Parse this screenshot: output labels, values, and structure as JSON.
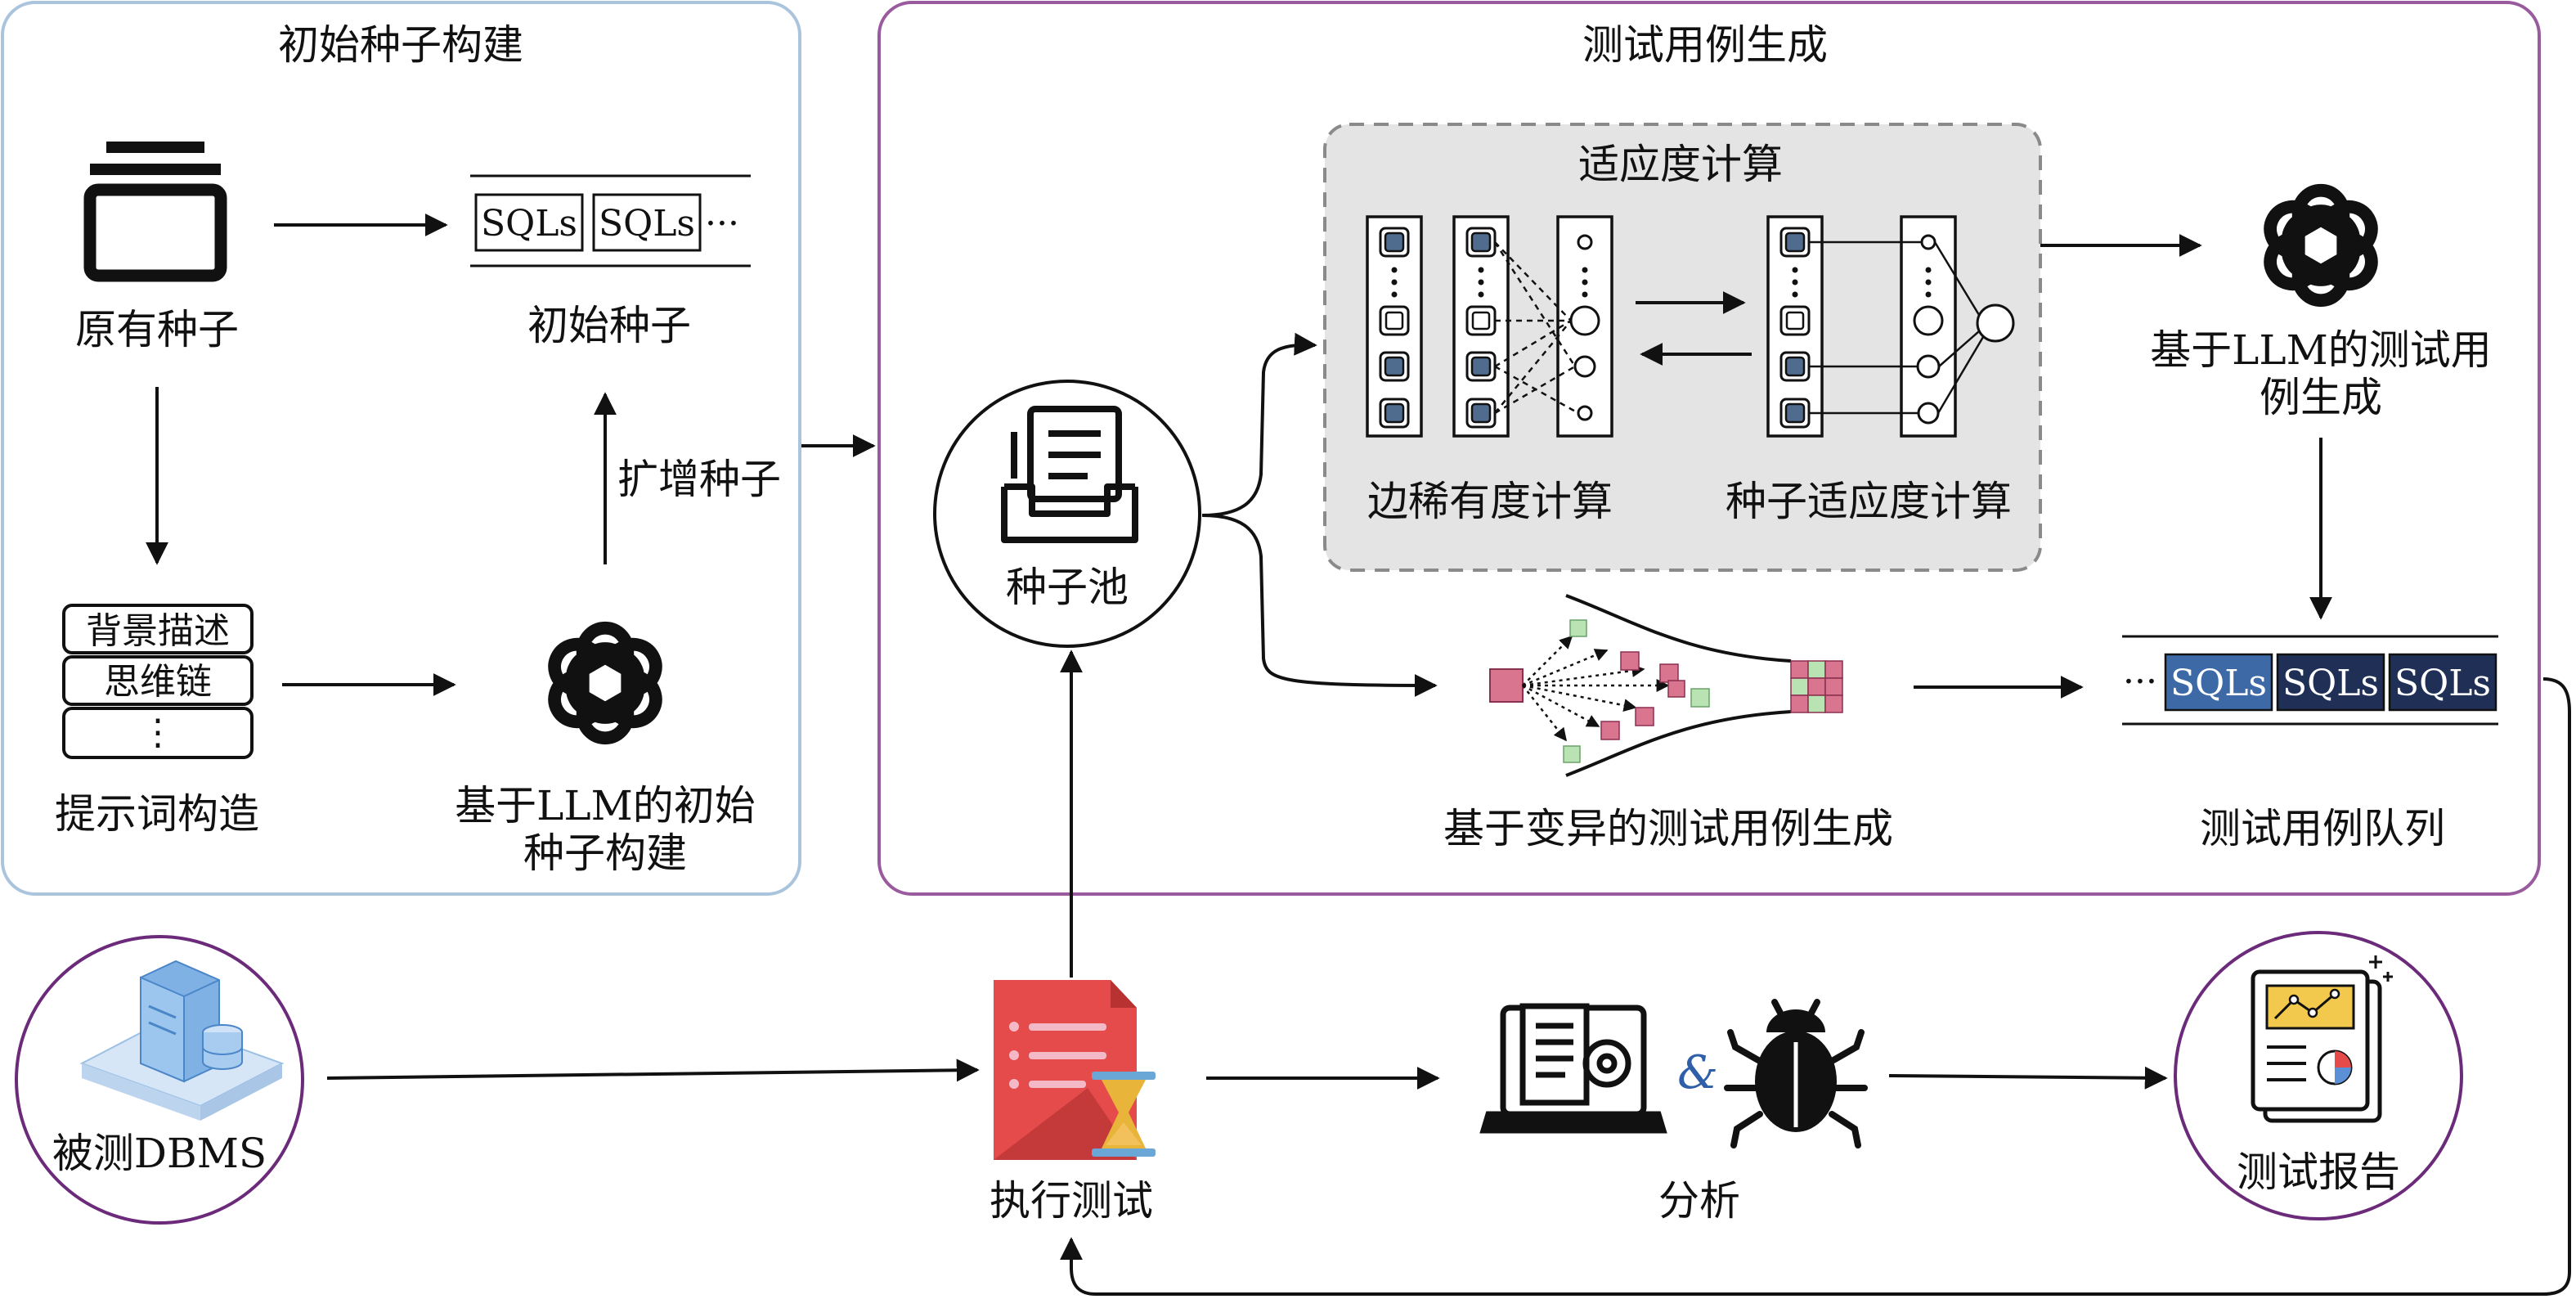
{
  "panels": {
    "init_seed": {
      "title": "初始种子构建"
    },
    "testcase_gen": {
      "title": "测试用例生成"
    },
    "fitness": {
      "title": "适应度计算"
    }
  },
  "nodes": {
    "original_seed": "原有种子",
    "initial_seed": "初始种子",
    "augment_seed": "扩增种子",
    "prompt_construct": "提示词构造",
    "prompt_items": [
      "背景描述",
      "思维链",
      "⋮"
    ],
    "llm_init_seed": [
      "基于LLM的初始",
      "种子构建"
    ],
    "seed_pool": "种子池",
    "sparsity_calc": "边稀有度计算",
    "seed_fitness_calc": "种子适应度计算",
    "llm_testcase": [
      "基于LLM的测试用",
      "例生成"
    ],
    "mutation_testcase": "基于变异的测试用例生成",
    "testcase_queue": "测试用例队列",
    "dbms_under_test": "被测DBMS",
    "execute_test": "执行测试",
    "analysis": "分析",
    "ampersand": "&",
    "test_report": "测试报告"
  },
  "sql_chips": {
    "label": "SQLs",
    "ellipsis": "···"
  },
  "colors": {
    "init_panel_border": "#a9c4dc",
    "gen_panel_border": "#9a5b9e",
    "fitness_bg": "#e4e4e4",
    "fitness_border": "#8a8a8a",
    "neuron_fill": "#4f6b8e",
    "queue_chip_light": "#3d6aa6",
    "queue_chip_dark": "#1f2f55",
    "circle_border_purple": "#6b2a7a",
    "mutation_pink": "#d9758f",
    "mutation_green": "#b9e3b3",
    "exec_doc_red": "#e54b4b",
    "exec_hourglass": "#e8b43a",
    "ampersand_blue": "#2e5fa8"
  },
  "icons": {
    "original_seed": "stacked-tray-icon",
    "llm": "openai-knot-icon",
    "seed_pool": "document-inbox-icon",
    "dbms": "server-database-icon",
    "execute": "document-hourglass-icon",
    "analysis_laptop": "laptop-gear-icon",
    "analysis_bug": "bug-icon",
    "report": "report-chart-icon"
  }
}
